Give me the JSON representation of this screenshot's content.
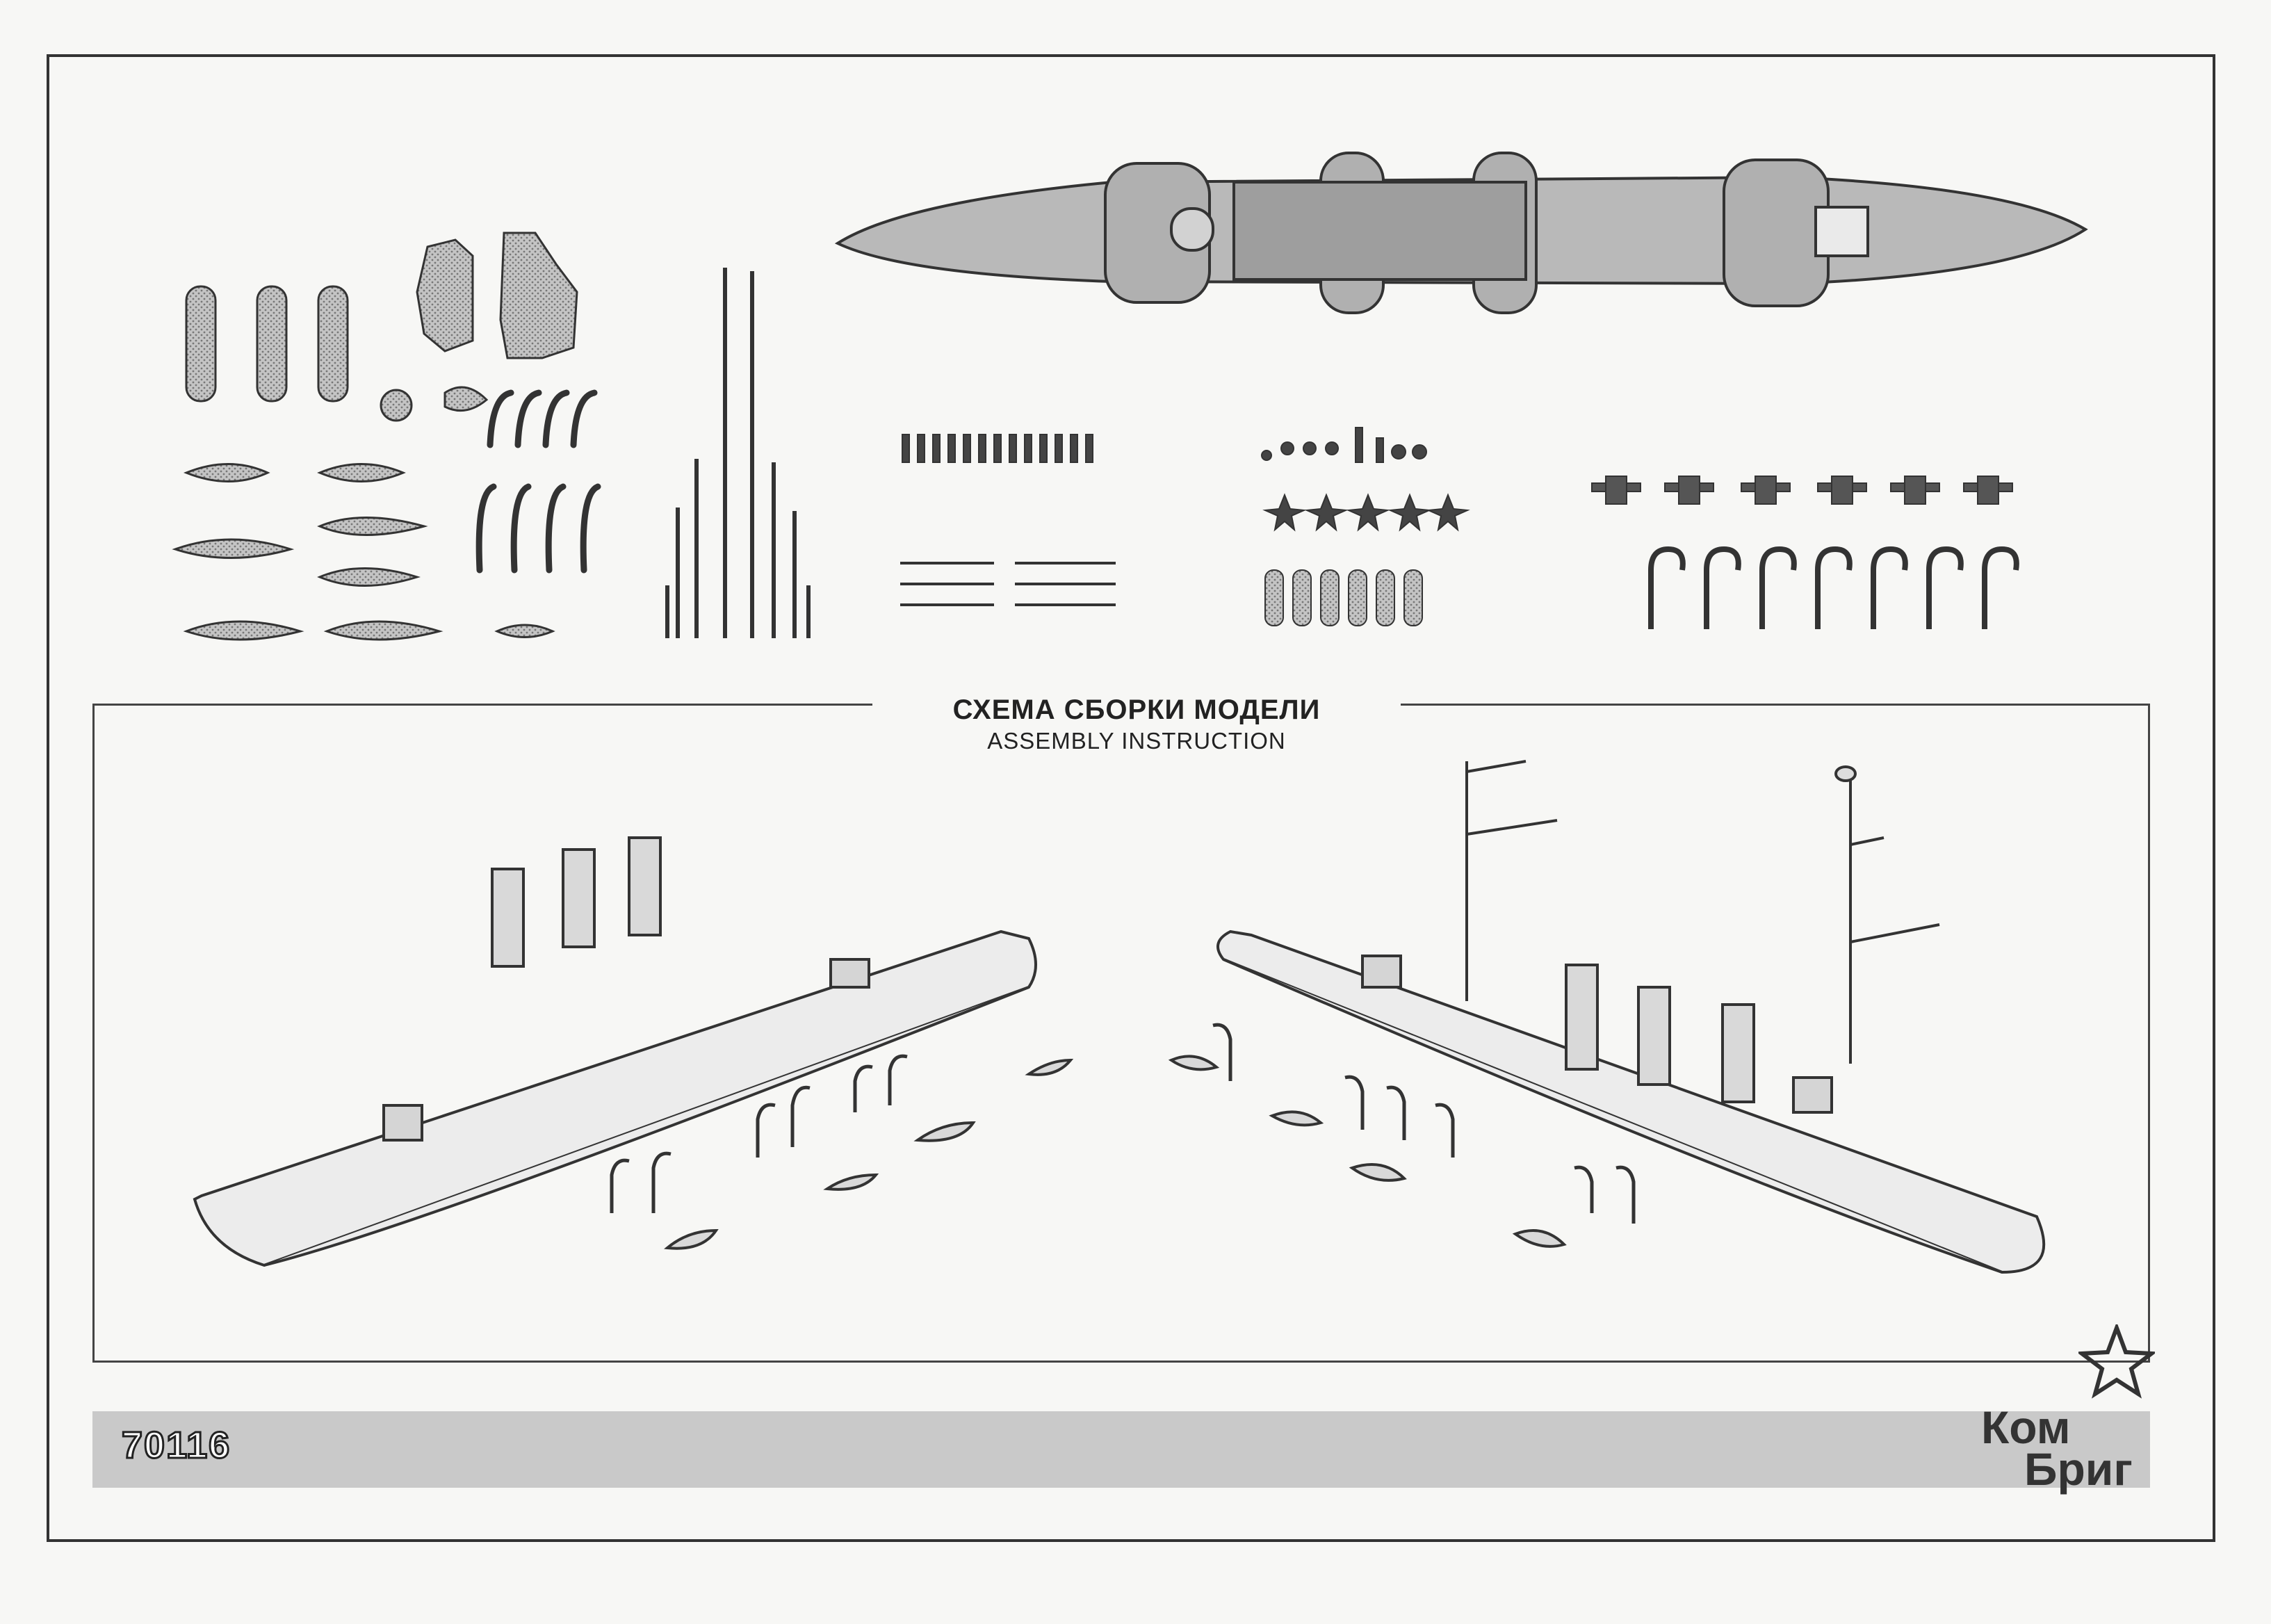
{
  "header": {
    "title_ru": "СХЕМА СБОРКИ МОДЕЛИ",
    "title_en": "ASSEMBLY INSTRUCTION"
  },
  "footer": {
    "kit_number": "70116",
    "brand_line1": "Ком",
    "brand_line2": "Бриг"
  },
  "colors": {
    "paper": "#f7f7f5",
    "ink": "#333333",
    "part_fill": "#bdbdbd",
    "band": "#c9c9c9"
  }
}
